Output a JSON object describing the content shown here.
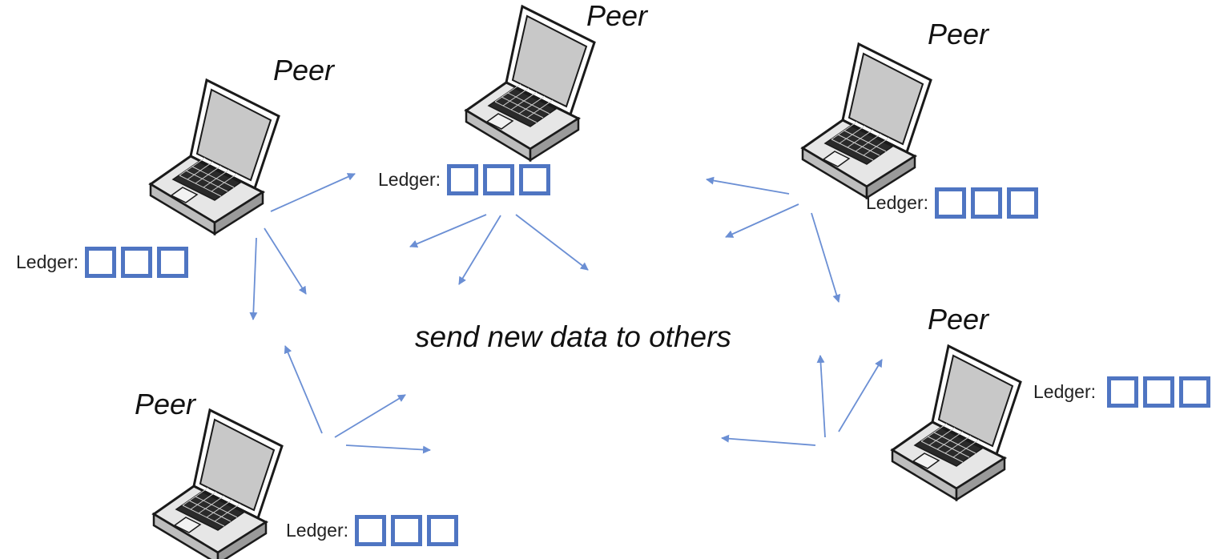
{
  "center_caption": "send new data to others",
  "ledger_label": "Ledger:",
  "peers": [
    {
      "label": "Peer",
      "ledger_blocks": 3
    },
    {
      "label": "Peer",
      "ledger_blocks": 3
    },
    {
      "label": "Peer",
      "ledger_blocks": 3
    },
    {
      "label": "Peer",
      "ledger_blocks": 3
    },
    {
      "label": "Peer",
      "ledger_blocks": 3
    }
  ],
  "colors": {
    "arrow": "#6b8fd4",
    "ledger_block": "#4f75c2",
    "laptop_outline": "#1a1a1a",
    "laptop_screen": "#c8c8c8"
  },
  "icons": [
    "laptop-icon",
    "ledger-block-icon",
    "arrow-icon"
  ]
}
